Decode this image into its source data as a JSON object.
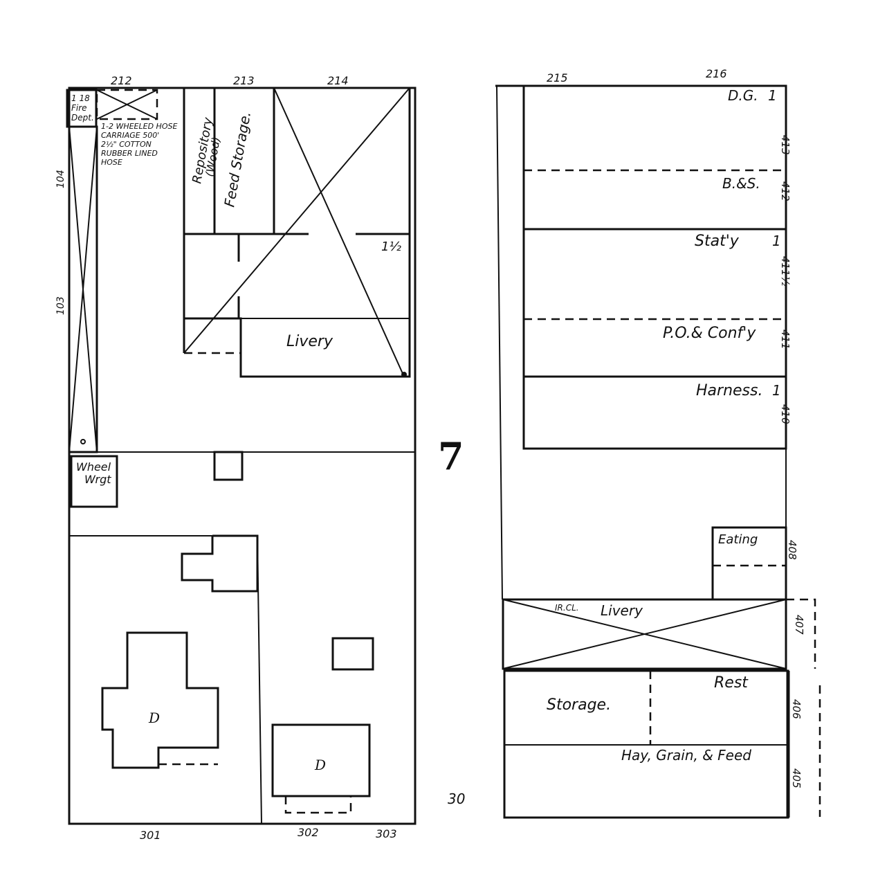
{
  "block_number": "7",
  "sheet_number": "30",
  "left_block": {
    "top_addresses": [
      "212",
      "213",
      "214"
    ],
    "bottom_addresses": [
      "301",
      "302",
      "303"
    ],
    "side_addresses": [
      "104",
      "103"
    ],
    "fire_dept": {
      "label_line1": "1 18",
      "label_line2": "Fire",
      "label_line3": "Dept."
    },
    "fire_note": [
      "1-2 WHEELED HOSE",
      "CARRIAGE 500'",
      "2½\" COTTON",
      "RUBBER LINED",
      "HOSE"
    ],
    "repository_label": "Repository",
    "repository_sub": "(Wood)",
    "feed_storage_label": "Feed Storage.",
    "livery_label": "Livery",
    "story_1_5": "1½",
    "wheelwright_label_1": "Wheel",
    "wheelwright_label_2": "Wrgt",
    "dwelling_a": "D",
    "dwelling_b": "D"
  },
  "right_block": {
    "top_addresses": [
      "215",
      "216"
    ],
    "side_addresses": [
      "413",
      "412",
      "411½",
      "411",
      "410",
      "408",
      "407",
      "406",
      "405"
    ],
    "stores": [
      {
        "label": "D.G.",
        "story": "1"
      },
      {
        "label": "B.&S.",
        "story": ""
      },
      {
        "label": "Stat'y",
        "story": "1"
      },
      {
        "label": "P.O.& Conf'y",
        "story": ""
      },
      {
        "label": "Harness.",
        "story": "1"
      }
    ],
    "eating_label": "Eating",
    "livery_label": "Livery",
    "livery_note": "IR.CL.",
    "rest_label": "Rest",
    "storage_label": "Storage.",
    "hay_label": "Hay, Grain, & Feed"
  },
  "colors": {
    "ink": "#111111",
    "paper": "#ffffff"
  }
}
